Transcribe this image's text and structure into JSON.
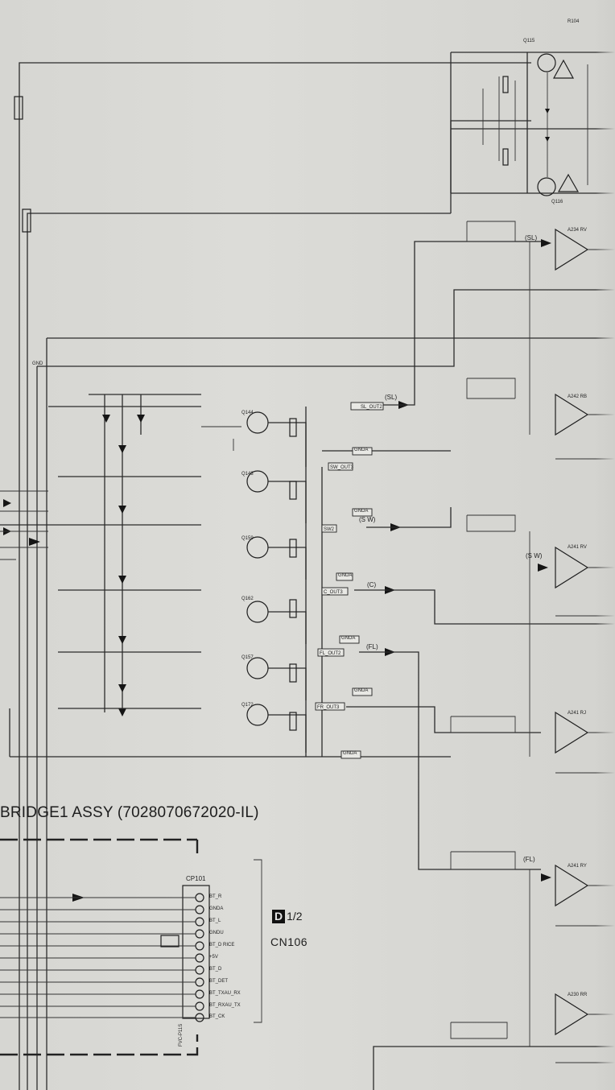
{
  "assy_title": "BRIDGE1 ASSY (7028070672020-IL)",
  "connector_label": "CP101",
  "ref_marker": "D",
  "ref_page": "1/2",
  "ref_connector": "CN106",
  "pin_labels": [
    "BT_R",
    "GNDA",
    "BT_L",
    "GNDU",
    "BT_D RICE",
    "+5V",
    "BT_D",
    "BT_DET",
    "BT_TXAU_RX",
    "BT_RXAU_TX",
    "BT_CK"
  ],
  "net_labels": {
    "sl_out": "(SL)",
    "sw_out": "(S W)",
    "c_out": "(C)",
    "fl_out": "(FL)",
    "sl_in": "(SL)",
    "sw_in": "(S W)",
    "fl_in": "(FL)",
    "gnda": "GNDA"
  },
  "transistors": [
    "Q144",
    "Q143",
    "Q159",
    "Q162",
    "Q157",
    "Q172"
  ],
  "opamps": [
    "A234 RV",
    "A242 RB",
    "A241 RV",
    "A241 RJ",
    "A241 RY",
    "A230 RR"
  ],
  "power_transistors": [
    "Q115",
    "Q116"
  ]
}
